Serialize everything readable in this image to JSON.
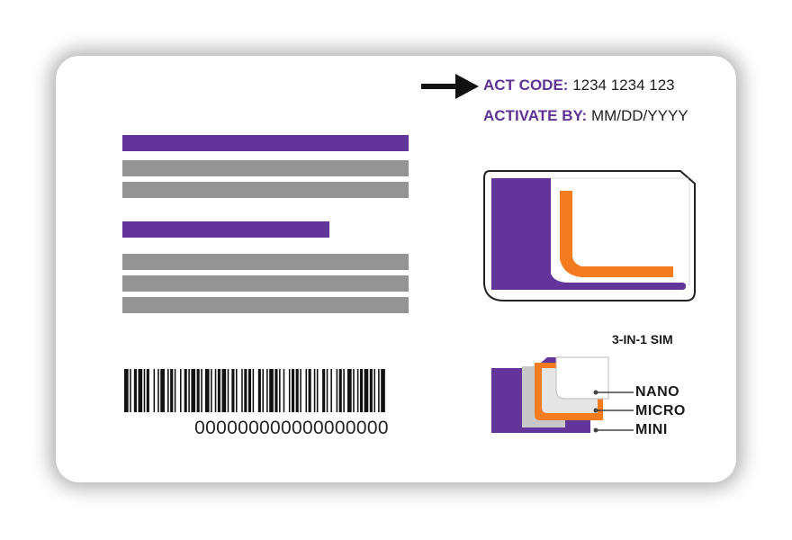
{
  "card": {
    "act_code_label": "ACT CODE:",
    "act_code_value": "1234 1234 123",
    "activate_by_label": "ACTIVATE BY:",
    "activate_by_value": "MM/DD/YYYY",
    "barcode_number": "000000000000000000",
    "sim_title": "3-IN-1 SIM",
    "sim_sizes": [
      "NANO",
      "MICRO",
      "MINI"
    ]
  },
  "colors": {
    "brand_purple": "#63359a",
    "orange": "#f47b20",
    "gray": "#949494"
  },
  "icons": [
    "arrow-right-icon",
    "sim-chip-icon",
    "barcode-icon"
  ]
}
